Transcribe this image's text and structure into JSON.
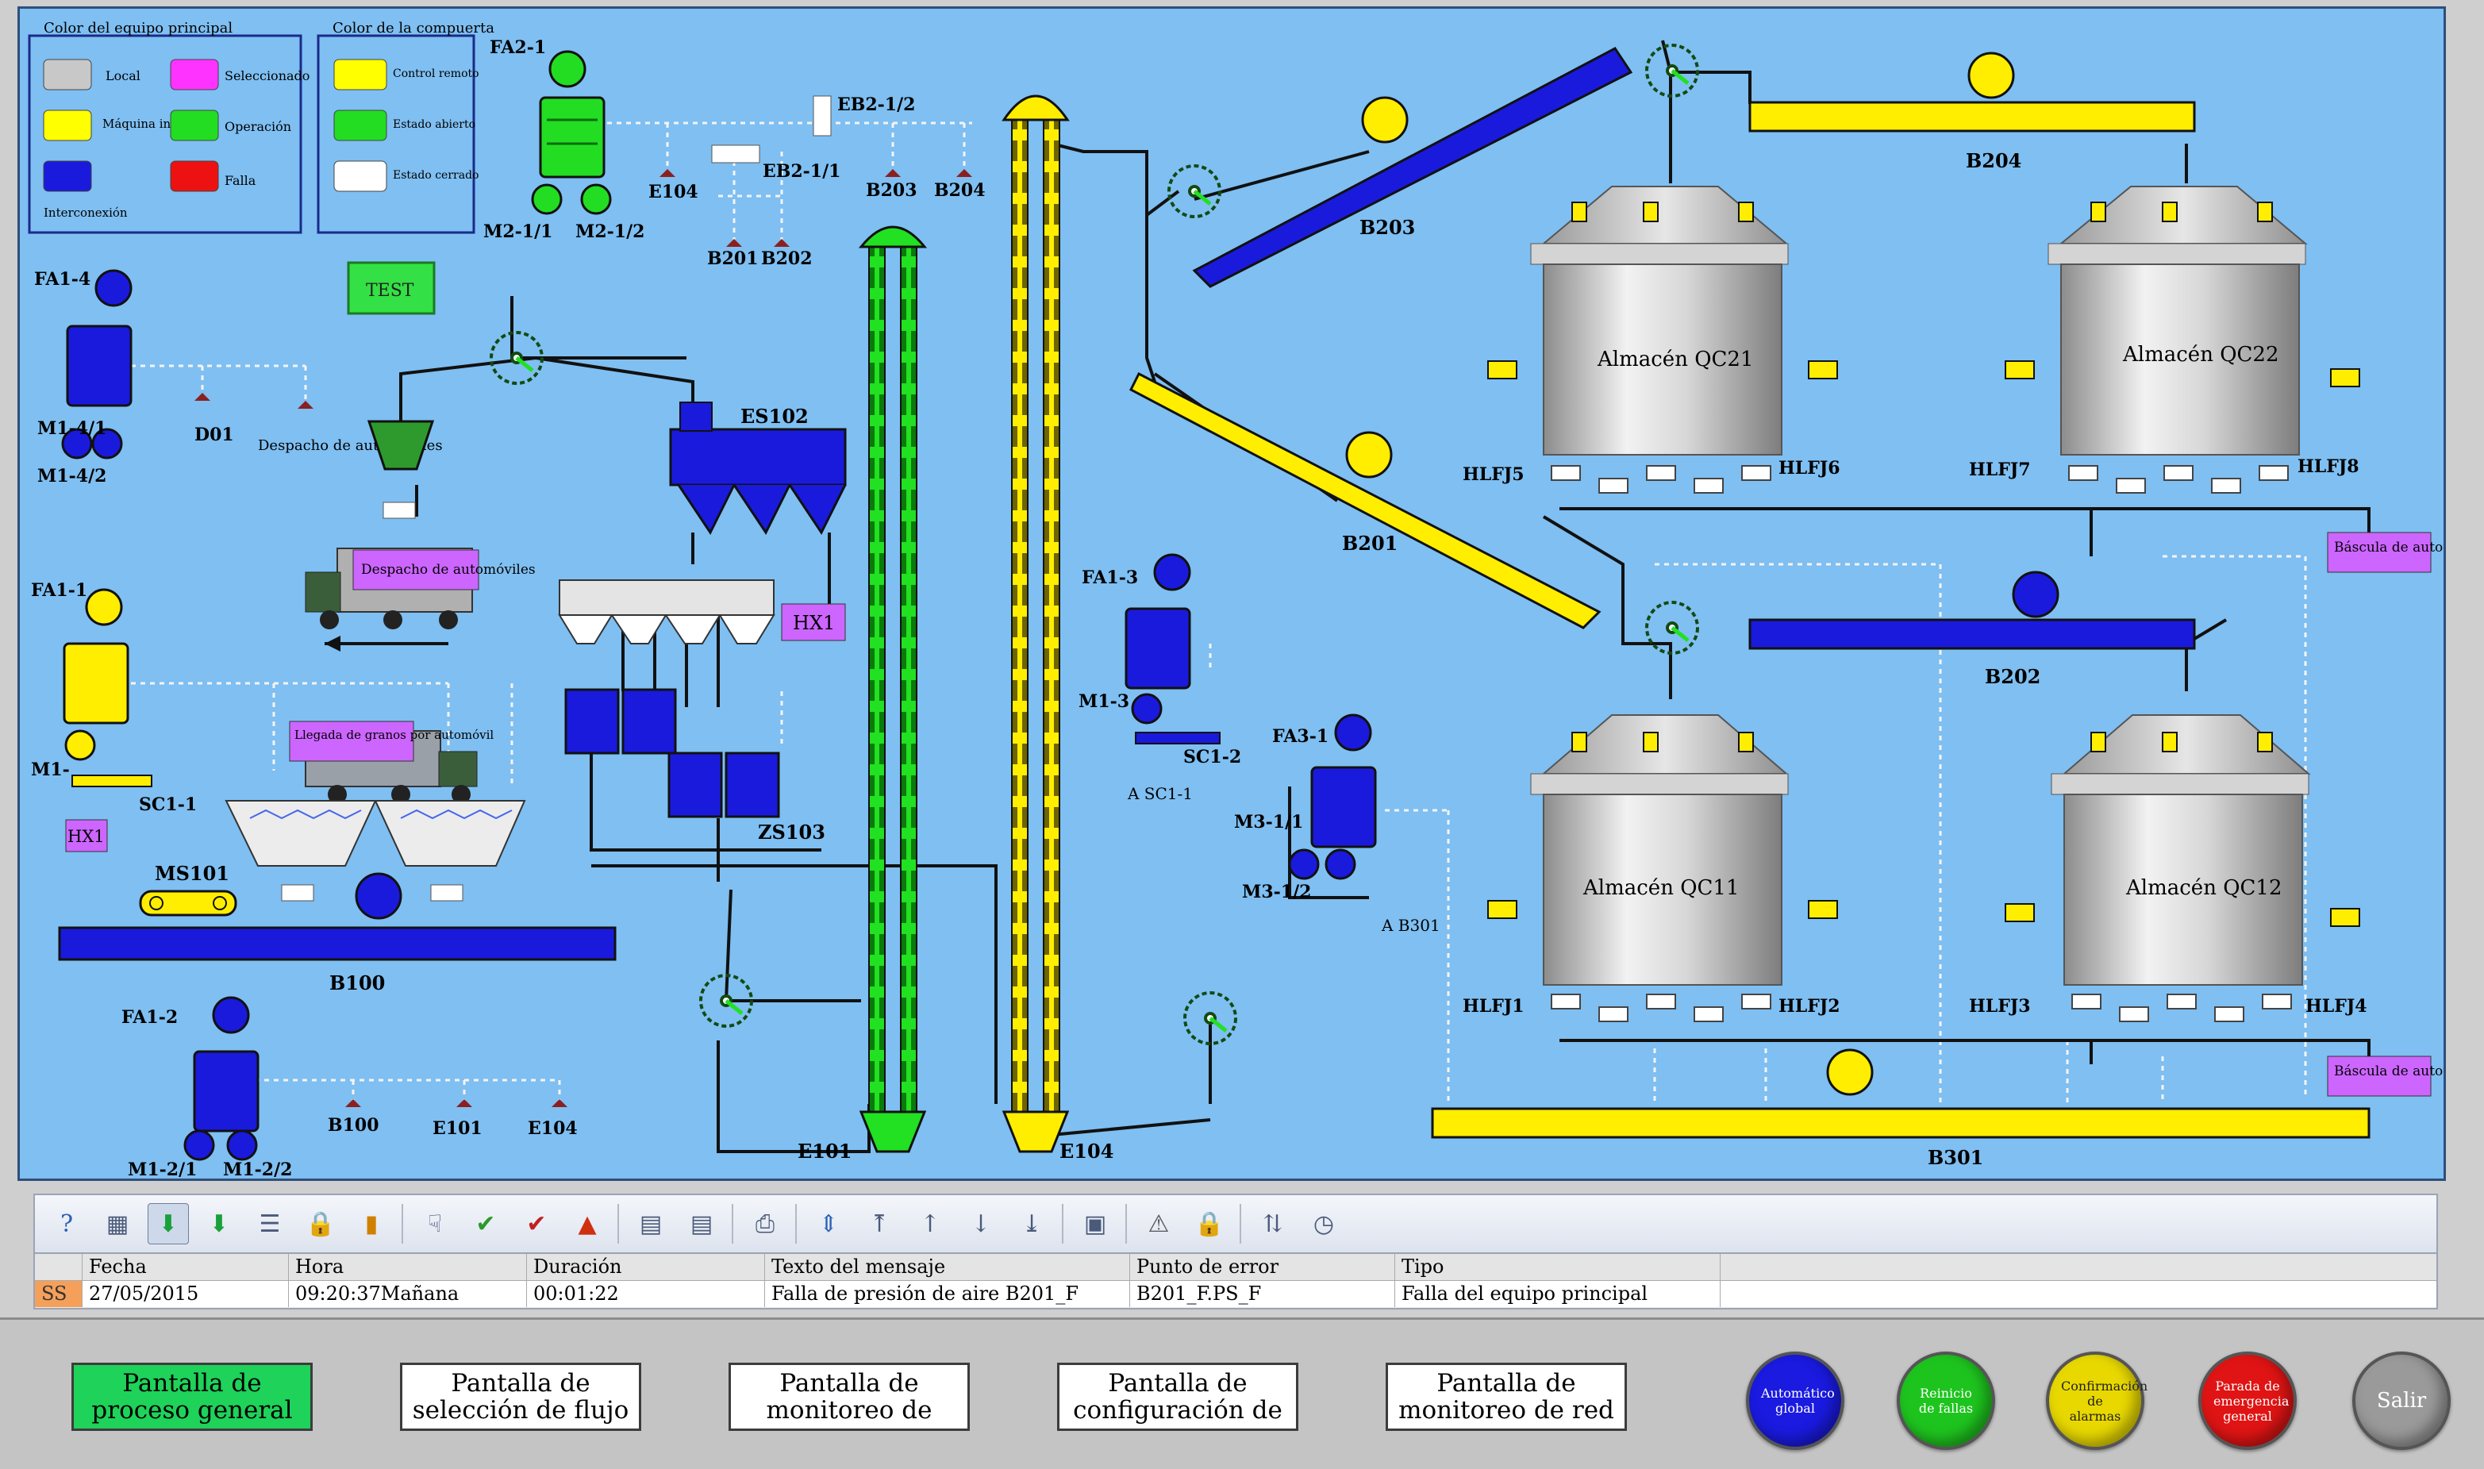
{
  "legend": {
    "equipment_title": "Color del equipo principal",
    "equipment": [
      {
        "label": "Local",
        "color": "#c8c8c8"
      },
      {
        "label": "Seleccionado",
        "color": "#ff33ff"
      },
      {
        "label": "Máquina individual",
        "color": "#ffff00"
      },
      {
        "label": "Operación",
        "color": "#22dd22"
      },
      {
        "label": "Interconexión",
        "color": "#1a1adc"
      },
      {
        "label": "Falla",
        "color": "#ee1111"
      }
    ],
    "gate_title": "Color de la compuerta",
    "gate": [
      {
        "label": "Control remoto",
        "color": "#ffff00"
      },
      {
        "label": "Estado abierto",
        "color": "#22dd22"
      },
      {
        "label": "Estado cerrado",
        "color": "#ffffff"
      }
    ]
  },
  "test_button": "TEST",
  "labels": {
    "fa2_1": "FA2-1",
    "m2_1_1": "M2-1/1",
    "m2_1_2": "M2-1/2",
    "e104_top": "E104",
    "eb2_1_2": "EB2-1/2",
    "eb2_1_1": "EB2-1/1",
    "b203_small": "B203",
    "b204_small": "B204",
    "b201_small": "B201",
    "b202_small": "B202",
    "fa1_4": "FA1-4",
    "m1_4_1": "M1-4/1",
    "m1_4_2": "M1-4/2",
    "d01": "D01",
    "despacho_small": "Despacho de automóviles",
    "despacho_truck": "Despacho de automóviles",
    "es102": "ES102",
    "hx1_mid": "HX1",
    "zs103": "ZS103",
    "fa1_1": "FA1-1",
    "m1": "M1-",
    "sc1_1": "SC1-1",
    "hx1_left": "HX1",
    "llegada": "Llegada de granos por automóvil",
    "ms101": "MS101",
    "b100": "B100",
    "fa1_2": "FA1-2",
    "m1_2_1": "M1-2/1",
    "m1_2_2": "M1-2/2",
    "b100_small": "B100",
    "e101_small": "E101",
    "e104_small": "E104",
    "e101": "E101",
    "e104": "E104",
    "b203": "B203",
    "b201": "B201",
    "b204": "B204",
    "b202": "B202",
    "b301": "B301",
    "fa1_3": "FA1-3",
    "m1_3": "M1-3",
    "sc1_2": "SC1-2",
    "a_sc1_1": "A SC1-1",
    "fa3_1": "FA3-1",
    "m3_1_1": "M3-1/1",
    "m3_1_2": "M3-1/2",
    "a_b301": "A B301",
    "qc21": "Almacén QC21",
    "qc22": "Almacén QC22",
    "qc11": "Almacén QC11",
    "qc12": "Almacén QC12",
    "hlfj5": "HLFJ5",
    "hlfj6": "HLFJ6",
    "hlfj7": "HLFJ7",
    "hlfj8": "HLFJ8",
    "hlfj1": "HLFJ1",
    "hlfj2": "HLFJ2",
    "hlfj3": "HLFJ3",
    "hlfj4": "HLFJ4",
    "bascula_top": "Báscula de automóviles",
    "bascula_bottom": "Báscula de automóviles"
  },
  "toolbar_icons": [
    "help-icon",
    "calendar-icon",
    "arrow-down-green-icon",
    "arrow-down-green2-icon",
    "list-icon",
    "lock-doc-icon",
    "bar-chart-icon",
    "hand-down-icon",
    "checklist-icon",
    "checklist-red-icon",
    "siren-icon",
    "document-icon",
    "document-lock-icon",
    "printer-icon",
    "expand-vertical-icon",
    "page-top-icon",
    "page-up-icon",
    "page-down-icon",
    "page-bottom-icon",
    "clipboard-icon",
    "warning-icon",
    "padlock-icon",
    "sort-icon",
    "clock-icon"
  ],
  "alarm_table": {
    "headers": [
      "",
      "Fecha",
      "Hora",
      "Duración",
      "Texto del mensaje",
      "Punto de error",
      "Tipo"
    ],
    "row": [
      "SS",
      "27/05/2015",
      "09:20:37Mañana",
      "00:01:22",
      "Falla de presión de aire B201_F",
      "B201_F.PS_F",
      "Falla del equipo principal"
    ]
  },
  "nav_buttons": [
    {
      "label": "Pantalla de proceso general",
      "active": true
    },
    {
      "label": "Pantalla de selección de flujo",
      "active": false
    },
    {
      "label": "Pantalla de monitoreo de",
      "active": false
    },
    {
      "label": "Pantalla de configuración de",
      "active": false
    },
    {
      "label": "Pantalla de monitoreo de red",
      "active": false
    }
  ],
  "round_buttons": [
    {
      "label": "Automático global",
      "color": "#1a1ae0"
    },
    {
      "label": "Reinicio de fallas",
      "color": "#1ec41e"
    },
    {
      "label": "Confirmación de alarmas",
      "color": "#e8d800"
    },
    {
      "label": "Parada de emergencia general",
      "color": "#e01414"
    },
    {
      "label": "Salir",
      "color": "#9a9a9a"
    }
  ]
}
